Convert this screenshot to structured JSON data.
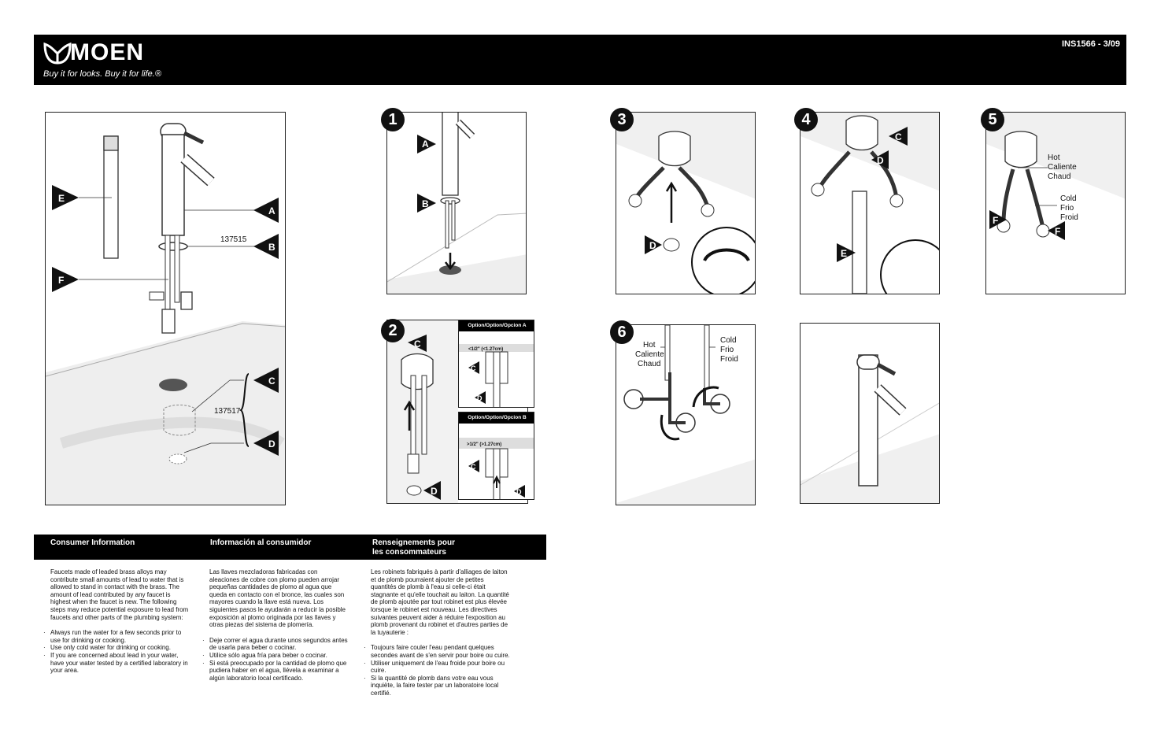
{
  "header": {
    "brand": "MOEN",
    "tagline": "Buy it for looks. Buy it for life.®",
    "doc_number": "INS1566 - 3/09"
  },
  "parts": {
    "labels": {
      "a": "A",
      "b": "B",
      "c": "C",
      "d": "D",
      "e": "E",
      "f": "F"
    },
    "part_b": "137515",
    "part_cd": "137517"
  },
  "steps": {
    "s1": "1",
    "s2": "2",
    "s3": "3",
    "s4": "4",
    "s5": "5",
    "s6": "6"
  },
  "options": {
    "a_title": "Option/Option/Opcion A",
    "a_size": "<1/2\"  (<1.27cm)",
    "b_title": "Option/Option/Opcion B",
    "b_size": ">1/2\"  (>1.27cm)"
  },
  "water": {
    "hot": "Hot",
    "hot_es": "Caliente",
    "hot_fr": "Chaud",
    "cold": "Cold",
    "cold_es": "Frio",
    "cold_fr": "Froid"
  },
  "info": {
    "en": {
      "heading": "Consumer Information",
      "body": "Faucets made of leaded brass alloys may contribute small amounts of lead to water that is allowed to stand in contact with the brass. The amount of lead contributed by any faucet is highest when the faucet is new. The following steps may reduce potential exposure to lead from faucets and other parts of the plumbing system:",
      "bullets": [
        "Always run the water for a few seconds prior to use for drinking or cooking.",
        "Use only cold water for drinking or cooking.",
        "If you are concerned about lead in your water, have your water tested by a certified laboratory in your area."
      ]
    },
    "es": {
      "heading": "Información al consumidor",
      "body": "Las llaves mezcladoras fabricadas con aleaciones de cobre con plomo pueden arrojar pequeñas cantidades de plomo al agua que queda en contacto con el bronce, las cuales son mayores cuando la llave está nueva. Los siguientes pasos le ayudarán a reducir la posible exposición al plomo originada por las llaves y otras piezas del sistema de plomería.",
      "bullets": [
        "Deje correr el agua durante unos segundos antes de usarla para beber o cocinar.",
        "Utilice sólo agua fría para beber o cocinar.",
        "Si está preocupado por la cantidad de plomo que pudiera haber en el agua, llévela a examinar a algún laboratorio local certificado."
      ]
    },
    "fr": {
      "heading": "Renseignements pour les consommateurs",
      "body": "Les robinets fabriqués à partir d'alliages de laiton et de plomb pourraient ajouter de petites quantités de plomb à l'eau si celle-ci était stagnante et qu'elle touchait au laiton. La quantité de plomb ajoutée par tout robinet est plus élevée lorsque le robinet est nouveau. Les directives suivantes peuvent aider à réduire l'exposition au plomb provenant du robinet et d'autres parties de la tuyauterie :",
      "bullets": [
        "Toujours faire couler l'eau pendant quelques secondes avant de s'en servir pour boire ou cuire.",
        "Utiliser uniquement de l'eau froide pour boire ou cuire.",
        "Si la quantité de plomb dans votre eau vous inquiète, la faire tester par un laboratoire local certifié."
      ]
    }
  }
}
